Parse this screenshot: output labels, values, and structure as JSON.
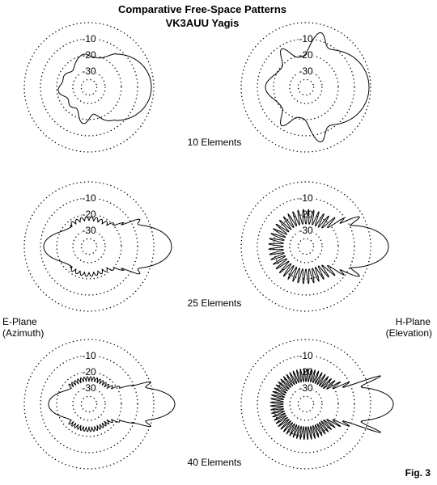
{
  "title": {
    "line1": "Comparative Free-Space Patterns",
    "line2": "VK3AUU Yagis"
  },
  "rings": [
    "-10",
    "-20",
    "-30"
  ],
  "rows": [
    {
      "label": "10 Elements"
    },
    {
      "label": "25 Elements"
    },
    {
      "label": "40 Elements"
    }
  ],
  "columns": {
    "left": {
      "label": "E-Plane",
      "sublabel": "(Azimuth)"
    },
    "right": {
      "label": "H-Plane",
      "sublabel": "(Elevation)"
    }
  },
  "figure_label": "Fig. 3",
  "colors": {
    "pattern": "#000000",
    "grid": "#000000",
    "background": "#ffffff"
  }
}
